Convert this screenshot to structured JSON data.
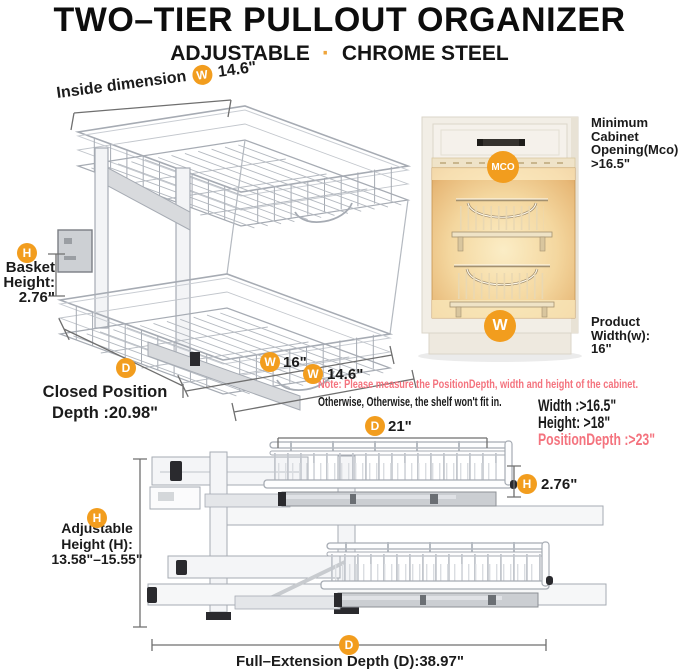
{
  "title": "TWO–TIER PULLOUT ORGANIZER",
  "subtitle": {
    "left": "ADJUSTABLE",
    "sep": "·",
    "right": "CHROME STEEL"
  },
  "closed_view": {
    "inside_dim_label": "Inside dimension",
    "inside_dim_badge": "W",
    "inside_dim_value": "14.6\"",
    "basket_height_badge": "H",
    "basket_height_line1": "Basket",
    "basket_height_line2": "Height:",
    "basket_height_line3": "2.76\"",
    "depth_badge": "D",
    "depth_line1": "Closed Position",
    "depth_line2": "Depth :20.98\"",
    "width_badge": "W",
    "width_value": "16\"",
    "inner_width_badge": "W",
    "inner_width_value": "14.6\""
  },
  "cabinet": {
    "mco_badge": "MCO",
    "mco_line1": "Minimum",
    "mco_line2": "Cabinet",
    "mco_line3": "Opening(Mco):",
    "mco_line4": ">16.5\"",
    "width_badge": "W",
    "pw_line1": "Product",
    "pw_line2": "Width(w):",
    "pw_line3": "16\""
  },
  "note": {
    "line1": "Note: Please measure the PositionDepth, width and height of the cabinet.",
    "line2": "Otherwise, Otherwise, the shelf won't fit in.",
    "req_width": "Width :>16.5\"",
    "req_height": "Height: >18\"",
    "req_depth": "PositionDepth :>23\""
  },
  "extended_view": {
    "top_depth_badge": "D",
    "top_depth_value": "21\"",
    "basket_height_badge": "H",
    "basket_height_value": "2.76\"",
    "adj_badge": "H",
    "adj_line1": "Adjustable",
    "adj_line2": "Height (H):",
    "adj_line3": "13.58\"–15.55\"",
    "full_depth_badge": "D",
    "full_depth_label": "Full–Extension Depth (D):38.97\""
  },
  "colors": {
    "badge_orange": "#f29d1e",
    "note_pink": "#f4737e",
    "dim_line": "#6f6f6f",
    "wire_gray": "#a6abb3"
  }
}
